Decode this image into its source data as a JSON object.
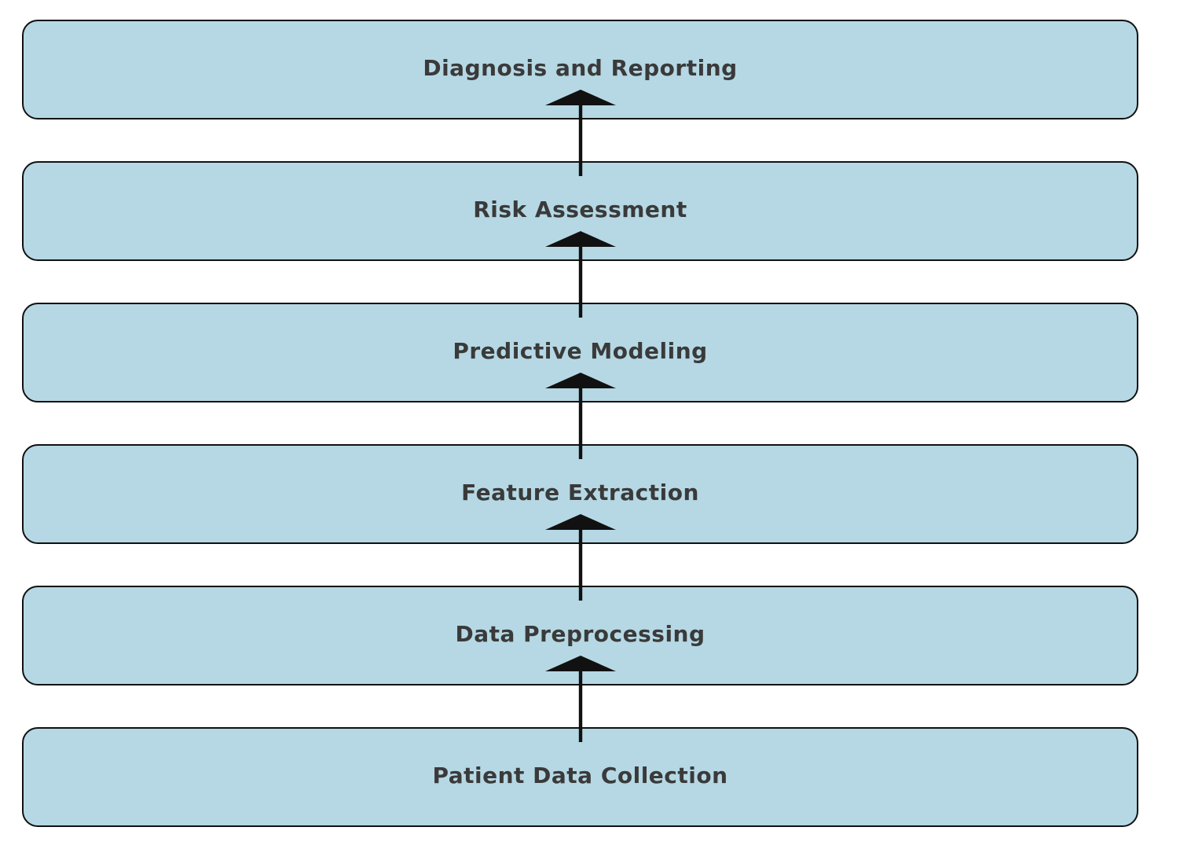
{
  "flowchart": {
    "type": "diagram",
    "flow_direction": "bottom-to-top",
    "boxes_top_to_bottom": [
      {
        "label": "Diagnosis and Reporting"
      },
      {
        "label": "Risk Assessment"
      },
      {
        "label": "Predictive Modeling"
      },
      {
        "label": "Feature Extraction"
      },
      {
        "label": "Data Preprocessing"
      },
      {
        "label": "Patient Data Collection"
      }
    ],
    "stages_in_flow_order": [
      "Patient Data Collection",
      "Data Preprocessing",
      "Feature Extraction",
      "Predictive Modeling",
      "Risk Assessment",
      "Diagnosis and Reporting"
    ],
    "arrow_count": 5,
    "colors": {
      "box_fill": "#b5d8e4",
      "box_border": "#111111",
      "label_text": "#3a3a3a",
      "arrow": "#111111",
      "background": "#ffffff"
    }
  }
}
